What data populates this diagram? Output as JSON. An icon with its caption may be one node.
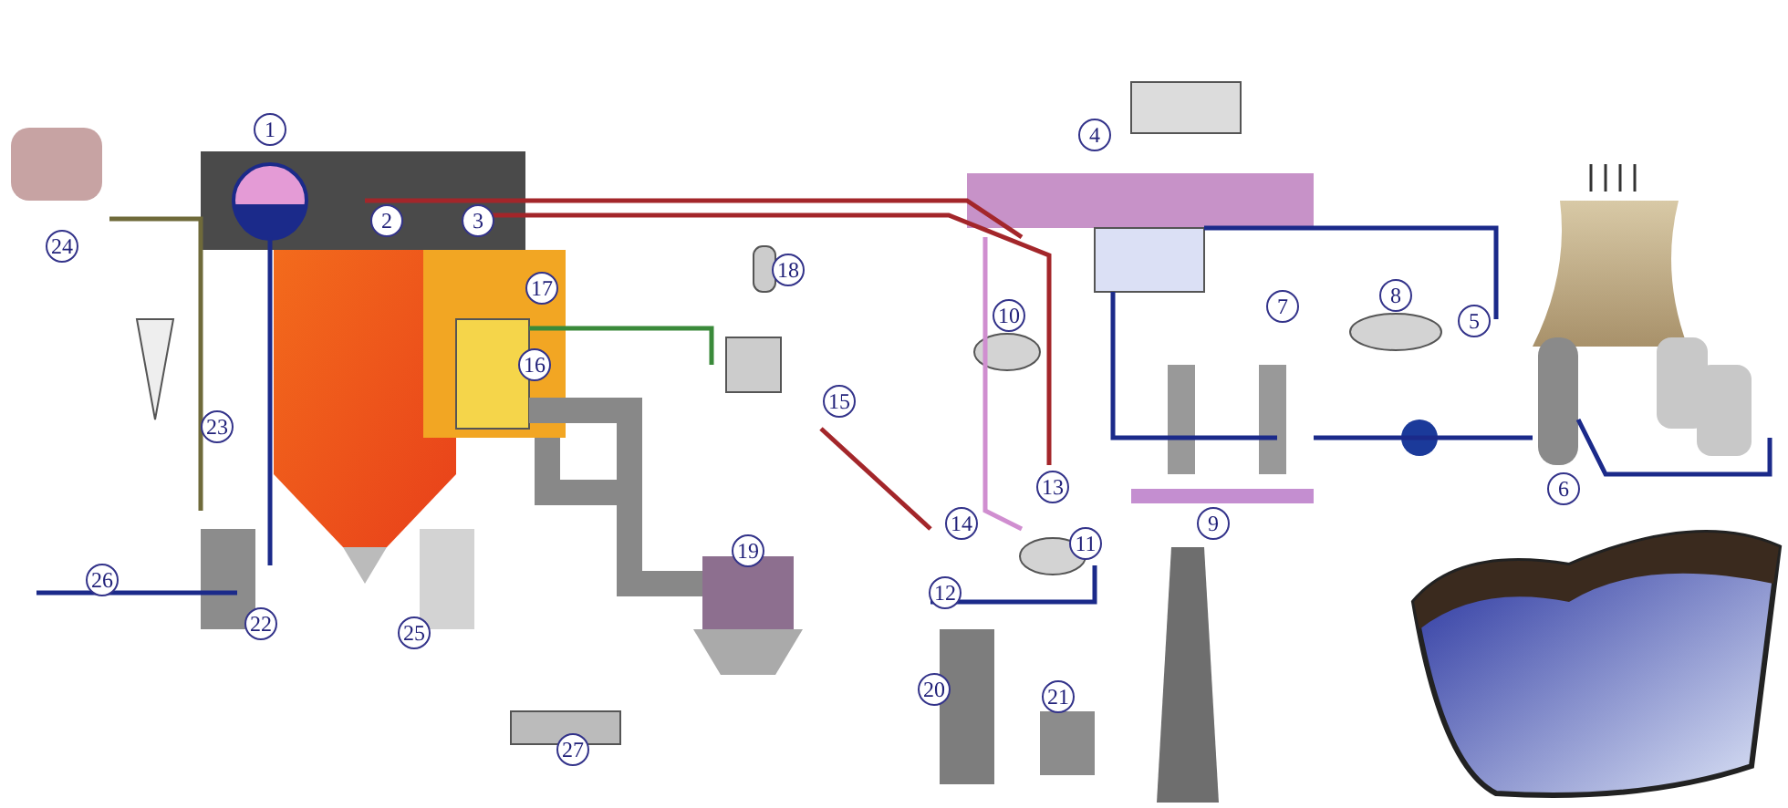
{
  "diagram": {
    "labels": [
      "1",
      "4",
      "2",
      "3",
      "24",
      "18",
      "17",
      "8",
      "7",
      "10",
      "5",
      "16",
      "15",
      "23",
      "13",
      "6",
      "14",
      "9",
      "11",
      "19",
      "26",
      "12",
      "22",
      "25",
      "20",
      "21",
      "27"
    ]
  }
}
